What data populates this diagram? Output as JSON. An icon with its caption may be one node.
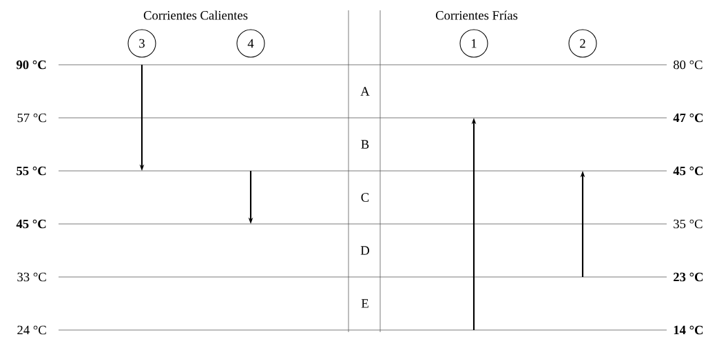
{
  "diagram": {
    "nodes": [
      {
        "text": [
          "3"
        ]
      },
      {
        "text": [
          "4"
        ]
      },
      {
        "text": [
          "1"
        ]
      },
      {
        "text": [
          "2"
        ]
      }
    ],
    "labels": [
      "Corrientes Calientes",
      "Corrientes Frías",
      "90 °C",
      "80 °C",
      "A",
      "57 °C",
      "47 °C",
      "B",
      "55 °C",
      "45 °C",
      "C",
      "45 °C",
      "35 °C",
      "D",
      "33 °C",
      "23 °C",
      "E",
      "24 °C",
      "14 °C"
    ]
  }
}
